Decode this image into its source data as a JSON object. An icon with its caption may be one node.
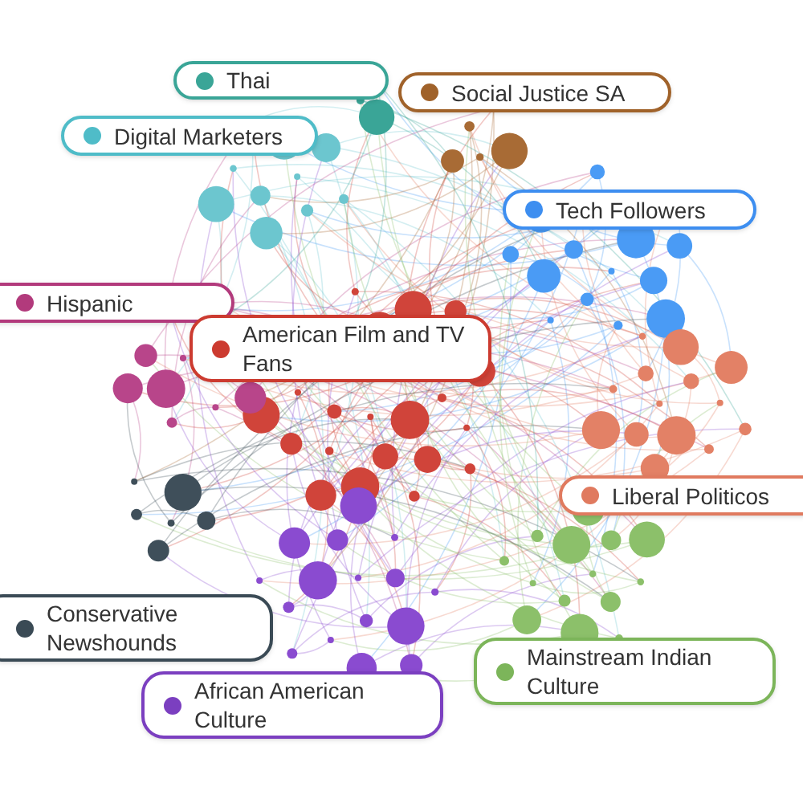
{
  "diagram": {
    "nodes": [
      {
        "text": [
          "Thai"
        ]
      },
      {
        "text": [
          "Social Justice SA"
        ]
      },
      {
        "text": [
          "Digital Marketers"
        ]
      },
      {
        "text": [
          "Tech Followers"
        ]
      },
      {
        "text": [
          "Hispanic"
        ]
      },
      {
        "text": [
          "American Film and TV Fans"
        ]
      },
      {
        "text": [
          "Liberal Politicos"
        ]
      },
      {
        "text": [
          "Conservative Newshounds"
        ]
      },
      {
        "text": [
          "Mainstream Indian Culture"
        ]
      },
      {
        "text": [
          "African American Culture"
        ]
      }
    ]
  }
}
